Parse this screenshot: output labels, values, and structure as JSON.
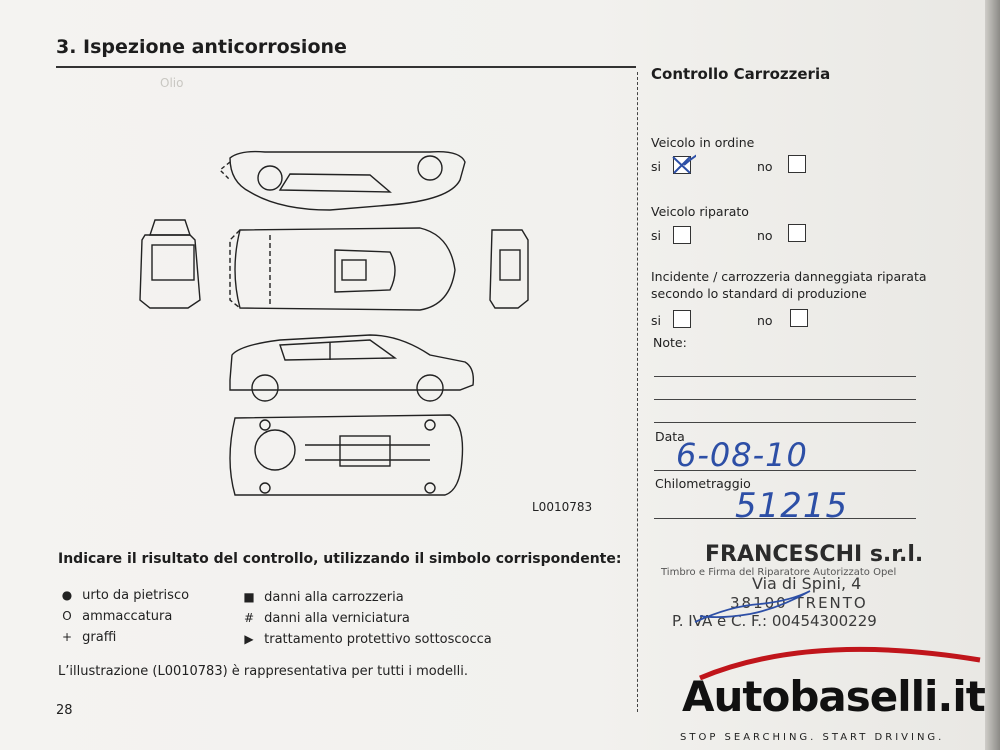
{
  "section_title": "3. Ispezione anticorrosione",
  "figure_code": "L0010783",
  "instructions_title": "Indicare il risultato del controllo, utilizzando il simbolo corrispondente:",
  "legend_left": [
    {
      "symbol": "●",
      "label": "urto da pietrisco"
    },
    {
      "symbol": "O",
      "label": "ammaccatura"
    },
    {
      "symbol": "+",
      "label": "graffi"
    }
  ],
  "legend_right": [
    {
      "symbol": "■",
      "label": "danni alla carrozzeria"
    },
    {
      "symbol": "#",
      "label": "danni alla verniciatura"
    },
    {
      "symbol": "▶",
      "label": "trattamento protettivo sottoscocca"
    }
  ],
  "footnote": "L’illustrazione (L0010783) è rappresentativa per tutti i modelli.",
  "page_number": "28",
  "right_panel": {
    "title": "Controllo Carrozzeria",
    "q1": "Veicolo in ordine",
    "q2": "Veicolo riparato",
    "q3_line1": "Incidente / carrozzeria danneggiata riparata",
    "q3_line2": "secondo lo standard di produzione",
    "yes": "si",
    "no": "no",
    "notes_label": "Note:",
    "date_label": "Data",
    "km_label": "Chilometraggio",
    "stamp_caption": "Timbro e Firma del Riparatore Autorizzato Opel"
  },
  "handwriting": {
    "date": "6-08-10",
    "km": "51215"
  },
  "stamp": {
    "company": "FRANCESCHI s.r.l.",
    "address": "Via di Spini, 4",
    "city": "38100 TRENTO",
    "vat": "P. IVA e C. F.: 00454300229"
  },
  "watermark": {
    "brand": "Autobaselli.it",
    "tagline": "STOP SEARCHING. START DRIVING."
  },
  "colors": {
    "ink_blue": "#2d4fa6",
    "brand_red": "#c0151b"
  }
}
